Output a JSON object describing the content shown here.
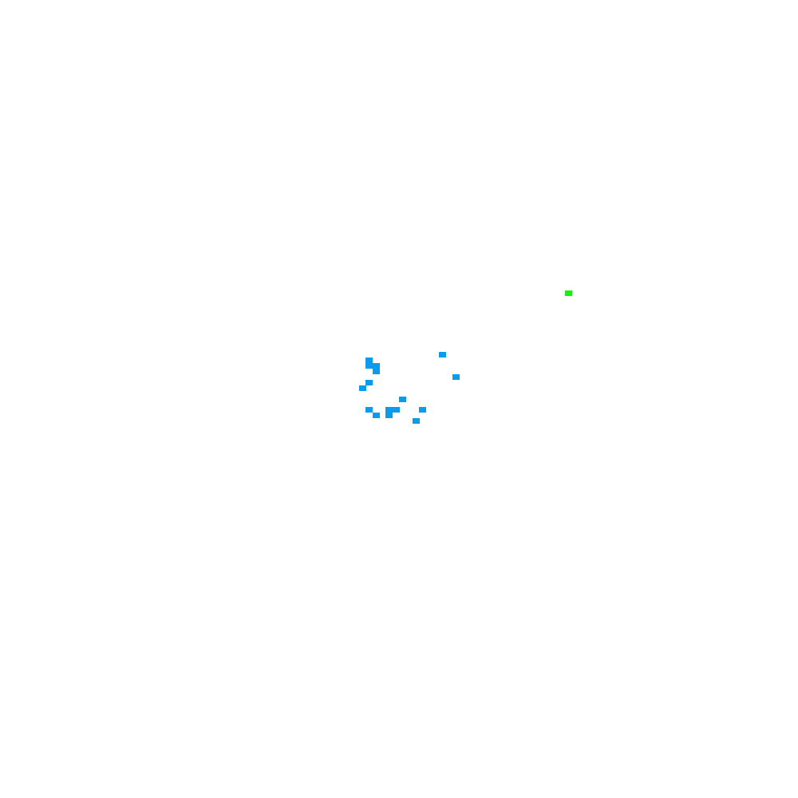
{
  "board": {
    "background": "#ffffff",
    "grid_cols": 120,
    "grid_rows": 143
  },
  "cell_types": {
    "blue": "#0b9bea",
    "green": "#1aee12"
  },
  "cells": [
    {
      "col": 85,
      "row": 52,
      "type": "green"
    },
    {
      "col": 66,
      "row": 63,
      "type": "blue"
    },
    {
      "col": 55,
      "row": 64,
      "type": "blue"
    },
    {
      "col": 55,
      "row": 65,
      "type": "blue"
    },
    {
      "col": 56,
      "row": 65,
      "type": "blue"
    },
    {
      "col": 56,
      "row": 66,
      "type": "blue"
    },
    {
      "col": 68,
      "row": 67,
      "type": "blue"
    },
    {
      "col": 55,
      "row": 68,
      "type": "blue"
    },
    {
      "col": 54,
      "row": 69,
      "type": "blue"
    },
    {
      "col": 60,
      "row": 71,
      "type": "blue"
    },
    {
      "col": 55,
      "row": 73,
      "type": "blue"
    },
    {
      "col": 58,
      "row": 73,
      "type": "blue"
    },
    {
      "col": 59,
      "row": 73,
      "type": "blue"
    },
    {
      "col": 63,
      "row": 73,
      "type": "blue"
    },
    {
      "col": 56,
      "row": 74,
      "type": "blue"
    },
    {
      "col": 58,
      "row": 74,
      "type": "blue"
    },
    {
      "col": 62,
      "row": 75,
      "type": "blue"
    }
  ]
}
